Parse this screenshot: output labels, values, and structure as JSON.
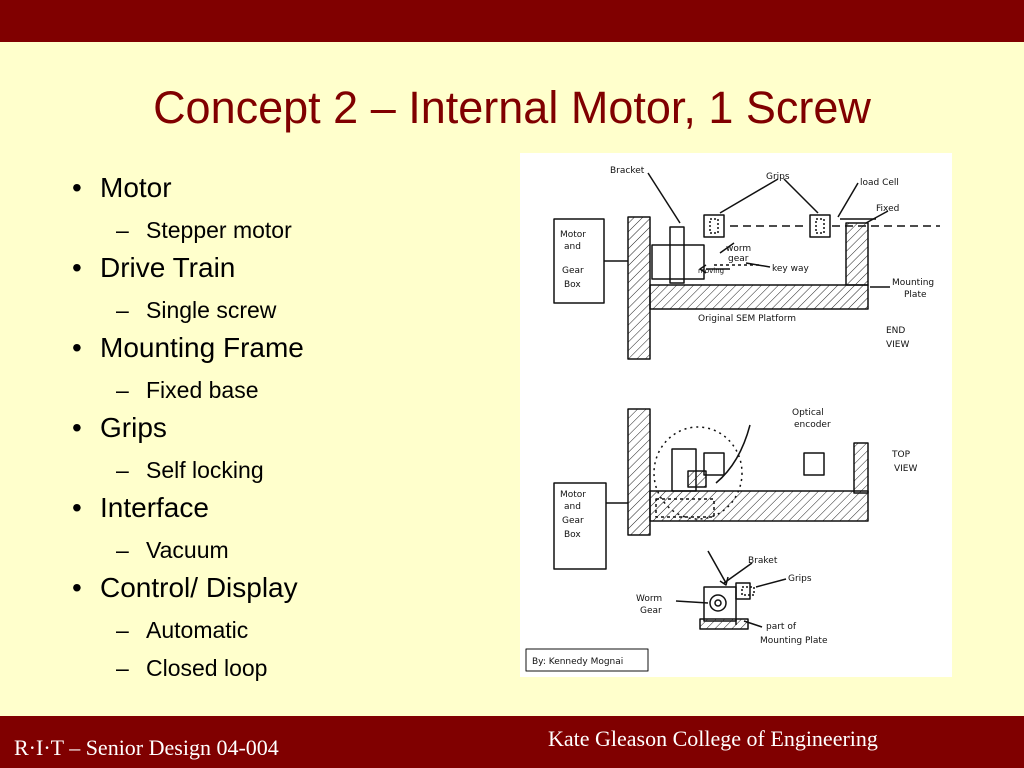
{
  "slide": {
    "title": "Concept 2 – Internal Motor, 1 Screw",
    "bullets": [
      {
        "label": "Motor",
        "subs": [
          "Stepper motor"
        ]
      },
      {
        "label": "Drive Train",
        "subs": [
          "Single screw"
        ]
      },
      {
        "label": "Mounting Frame",
        "subs": [
          "Fixed base"
        ]
      },
      {
        "label": "Grips",
        "subs": [
          "Self locking"
        ]
      },
      {
        "label": "Interface",
        "subs": [
          "Vacuum"
        ]
      },
      {
        "label": "Control/ Display",
        "subs": [
          "Automatic",
          "Closed loop"
        ]
      }
    ],
    "bullet_mark": "•",
    "sub_mark": "–"
  },
  "sketch": {
    "labels": {
      "bracket": "Bracket",
      "grips": "Grips",
      "load_cell": "load Cell",
      "fixed": "Fixed",
      "motor_gear_box": [
        "Motor",
        "and",
        "Gear",
        "Box"
      ],
      "worm_gear": [
        "worm",
        "gear"
      ],
      "moving": "moving",
      "key_way": "key way",
      "mounting_plate": [
        "Mounting",
        "Plate"
      ],
      "platform": "Original SEM Platform",
      "end_view": [
        "END",
        "VIEW"
      ],
      "optical_encoder": [
        "Optical",
        "encoder"
      ],
      "top_view": [
        "TOP",
        "VIEW"
      ],
      "motor_gear_box_2": [
        "Motor",
        "and",
        "Gear",
        "Box"
      ],
      "bracket_2": "Braket",
      "grips_2": "Grips",
      "worm_gear_2": [
        "Worm",
        "Gear"
      ],
      "part_of_mounting_plate": [
        "part of",
        "Mounting Plate"
      ],
      "author": "By: Kennedy Mognai"
    }
  },
  "footer": {
    "left": "R·I·T – Senior Design 04-004",
    "right": "Kate Gleason College of Engineering"
  },
  "colors": {
    "bar": "#800000",
    "background": "#ffffcc",
    "title": "#800000",
    "footer_text": "#ffffff"
  }
}
